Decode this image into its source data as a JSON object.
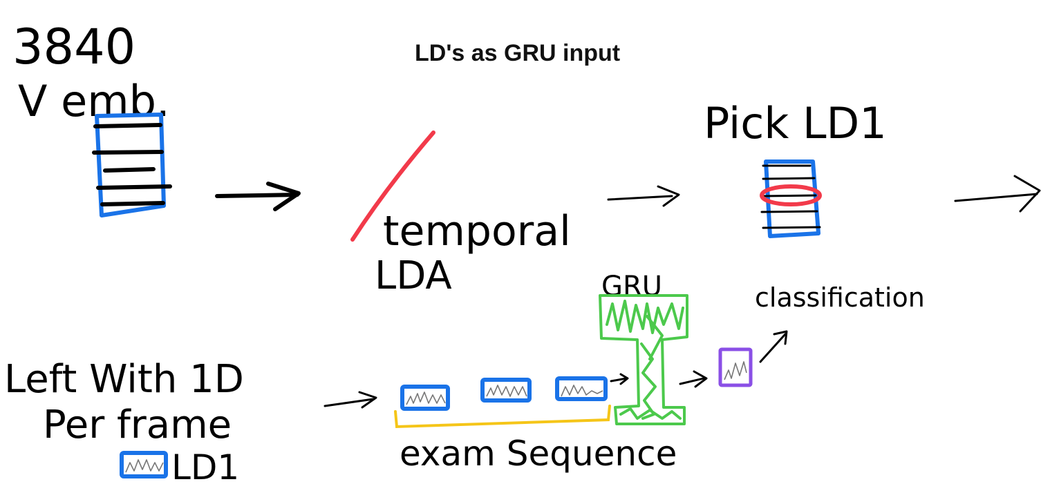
{
  "title": "LD's as GRU input",
  "notes": {
    "dim": "3840",
    "emb": "V emb.",
    "temporal": "temporal",
    "lda": "LDA",
    "pick": "Pick LD1",
    "gru": "GRU",
    "classification": "classification",
    "left_with_line1": "Left With 1D",
    "left_with_line2": "Per frame",
    "ld1_legend": "LD1",
    "exam_sequence": "exam Sequence"
  },
  "colors": {
    "embedding_box": "#1a73e8",
    "strike": "#f23a4a",
    "gru": "#4cc94c",
    "sequence_brace": "#f5c518",
    "output": "#8a4fe6",
    "ink": "#000000"
  }
}
